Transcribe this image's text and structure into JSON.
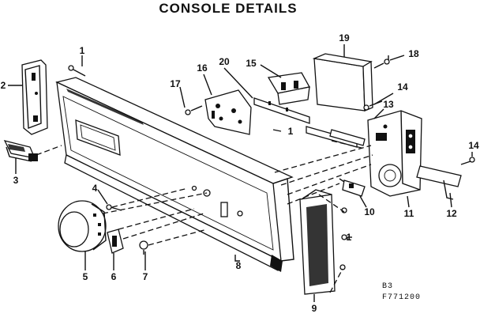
{
  "title": "CONSOLE DETAILS",
  "ref_code_1": "B3",
  "ref_code_2": "F771200",
  "parts": [
    {
      "id": "p1a",
      "number": "1"
    },
    {
      "id": "p1b",
      "number": "1"
    },
    {
      "id": "p1c",
      "number": "1"
    },
    {
      "id": "p2",
      "number": "2"
    },
    {
      "id": "p3",
      "number": "3"
    },
    {
      "id": "p4",
      "number": "4"
    },
    {
      "id": "p5",
      "number": "5"
    },
    {
      "id": "p6",
      "number": "6"
    },
    {
      "id": "p7",
      "number": "7"
    },
    {
      "id": "p8",
      "number": "8"
    },
    {
      "id": "p9",
      "number": "9"
    },
    {
      "id": "p10",
      "number": "10"
    },
    {
      "id": "p11",
      "number": "11"
    },
    {
      "id": "p12",
      "number": "12"
    },
    {
      "id": "p13",
      "number": "13"
    },
    {
      "id": "p14a",
      "number": "14"
    },
    {
      "id": "p14b",
      "number": "14"
    },
    {
      "id": "p15",
      "number": "15"
    },
    {
      "id": "p16",
      "number": "16"
    },
    {
      "id": "p17",
      "number": "17"
    },
    {
      "id": "p18",
      "number": "18"
    },
    {
      "id": "p19",
      "number": "19"
    },
    {
      "id": "p20",
      "number": "20"
    }
  ]
}
